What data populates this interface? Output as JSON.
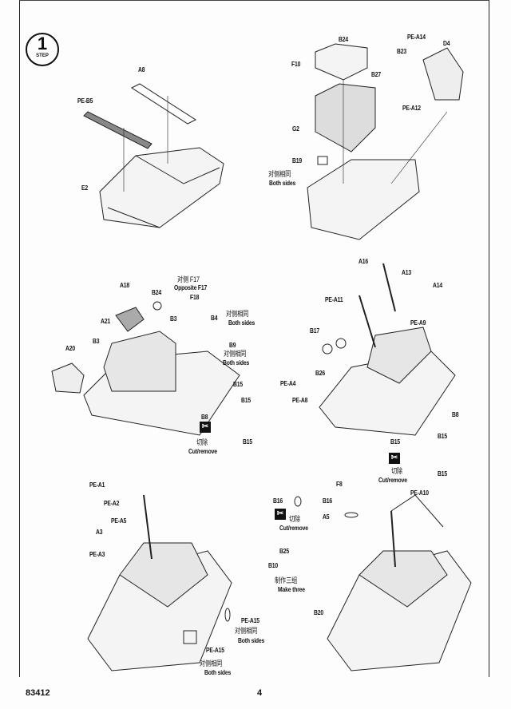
{
  "step": {
    "number": "1",
    "label": "STEP"
  },
  "panel1": [
    "A8",
    "PE-B5",
    "E2"
  ],
  "panel2": [
    "B24",
    "F10",
    "PE-A14",
    "D4",
    "B23",
    "B27",
    "PE-A12",
    "G2",
    "B19",
    "对侧相同",
    "Both sides"
  ],
  "panel3": [
    "A18",
    "B24",
    "对侧 F17",
    "Opposite F17",
    "F18",
    "对侧相同",
    "Both sides",
    "A21",
    "B3",
    "B4",
    "B3",
    "B9",
    "对侧相同",
    "Both sides",
    "A20",
    "B15",
    "B15",
    "B8",
    "切除",
    "Cut/remove",
    "B15"
  ],
  "panel4": [
    "A16",
    "A13",
    "A14",
    "PE-A11",
    "PE-A9",
    "B17",
    "B26",
    "PE-A4",
    "PE-A8",
    "B8",
    "B15",
    "B15",
    "切除",
    "Cut/remove",
    "B15"
  ],
  "panel5": [
    "PE-A1",
    "PE-A2",
    "PE-A5",
    "A3",
    "PE-A3",
    "PE-A15",
    "对侧相同",
    "Both sides",
    "PE-A15",
    "对侧相同",
    "Both sides"
  ],
  "panel6": [
    "B16",
    "切除",
    "Cut/remove",
    "F8",
    "B16",
    "A5",
    "PE-A10",
    "B25",
    "B10",
    "制作三组",
    "Make three",
    "B20"
  ],
  "footer": {
    "code": "83412",
    "page": "4"
  }
}
